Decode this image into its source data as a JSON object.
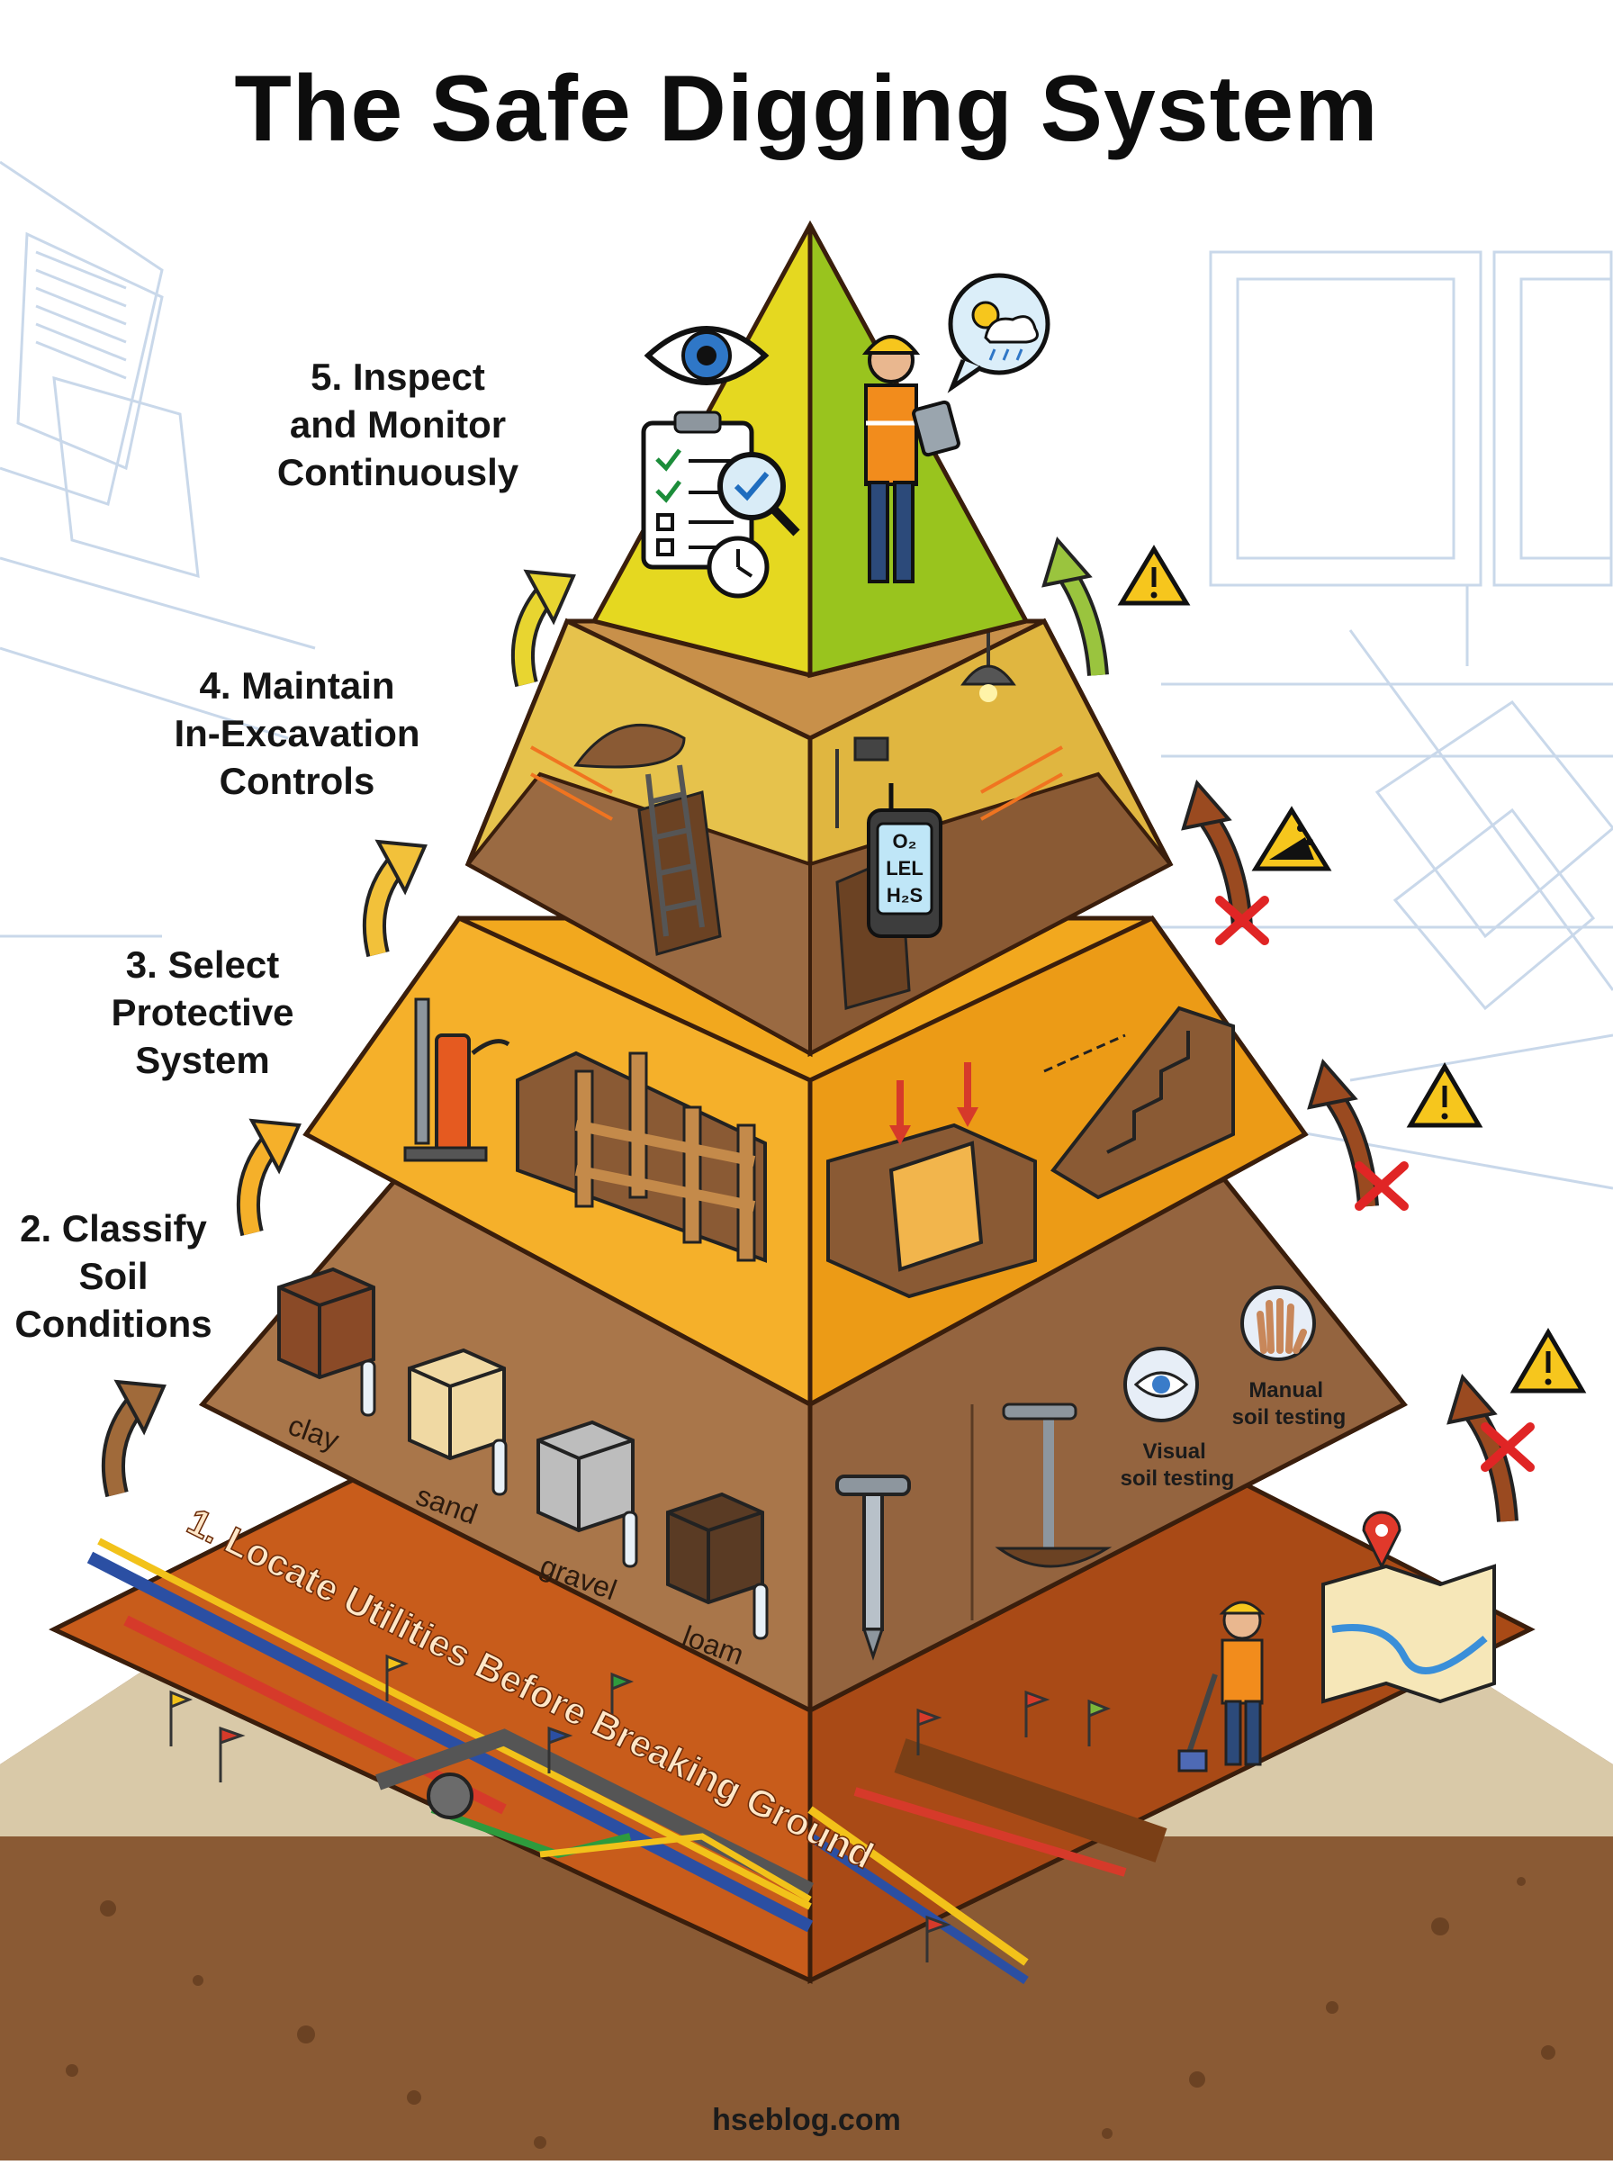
{
  "title": "The Safe Digging System",
  "steps": [
    {
      "number": "1.",
      "text": "Locate Utilities Before Breaking Ground"
    },
    {
      "line1": "2. Classify",
      "line2": "Soil",
      "line3": "Conditions"
    },
    {
      "line1": "3. Select",
      "line2": "Protective",
      "line3": "System"
    },
    {
      "line1": "4. Maintain",
      "line2": "In-Excavation",
      "line3": "Controls"
    },
    {
      "line1": "5. Inspect",
      "line2": "and Monitor",
      "line3": "Continuously"
    }
  ],
  "soils": [
    "clay",
    "sand",
    "gravel",
    "loam"
  ],
  "testing": {
    "visual": [
      "Visual",
      "soil testing"
    ],
    "manual": [
      "Manual",
      "soil testing"
    ]
  },
  "gas_monitor": {
    "line1": "O₂",
    "line2": "LEL",
    "line3": "H₂S"
  },
  "footer": "hseblog.com"
}
